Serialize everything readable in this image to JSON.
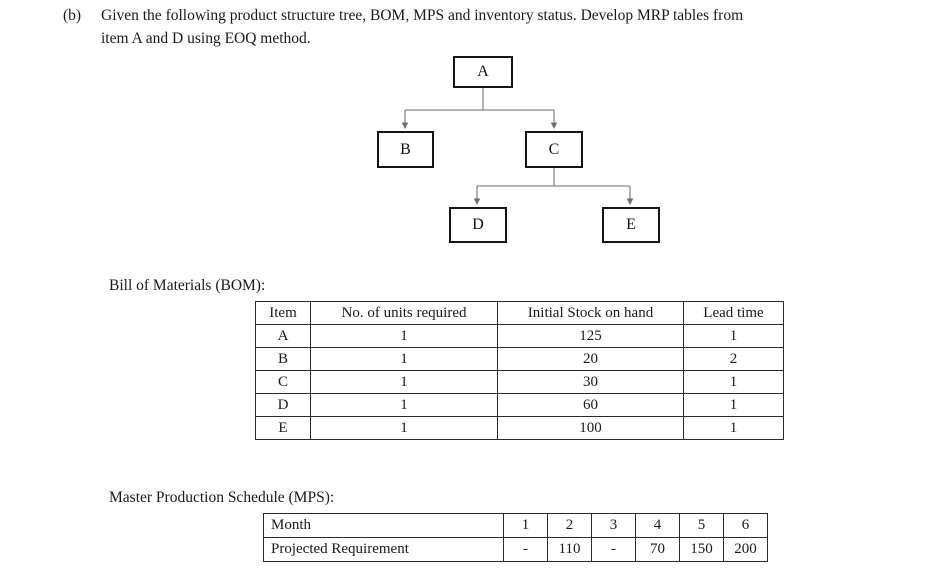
{
  "question": {
    "label": "(b)",
    "line1": "Given the following product structure tree, BOM, MPS and inventory status. Develop MRP tables from",
    "line2": "item A and D using EOQ method."
  },
  "tree": {
    "nodes": [
      {
        "id": "A",
        "label": "A"
      },
      {
        "id": "B",
        "label": "B"
      },
      {
        "id": "C",
        "label": "C"
      },
      {
        "id": "D",
        "label": "D"
      },
      {
        "id": "E",
        "label": "E"
      }
    ],
    "edges": [
      {
        "from": "A",
        "to": "B"
      },
      {
        "from": "A",
        "to": "C"
      },
      {
        "from": "C",
        "to": "D"
      },
      {
        "from": "C",
        "to": "E"
      }
    ]
  },
  "bom": {
    "caption": "Bill of Materials (BOM):",
    "headers": [
      "Item",
      "No. of units required",
      "Initial Stock on hand",
      "Lead time"
    ],
    "rows": [
      [
        "A",
        "1",
        "125",
        "1"
      ],
      [
        "B",
        "1",
        "20",
        "2"
      ],
      [
        "C",
        "1",
        "30",
        "1"
      ],
      [
        "D",
        "1",
        "60",
        "1"
      ],
      [
        "E",
        "1",
        "100",
        "1"
      ]
    ]
  },
  "mps": {
    "caption": "Master Production Schedule (MPS):",
    "row_labels": [
      "Month",
      "Projected Requirement"
    ],
    "months": [
      "1",
      "2",
      "3",
      "4",
      "5",
      "6"
    ],
    "projected_requirement": [
      "-",
      "110",
      "-",
      "70",
      "150",
      "200"
    ]
  },
  "colors": {
    "text": "#1a1a1a",
    "box_border": "#151515",
    "connector": "#707070",
    "table_border": "#2a2a2a",
    "background": "#ffffff"
  }
}
